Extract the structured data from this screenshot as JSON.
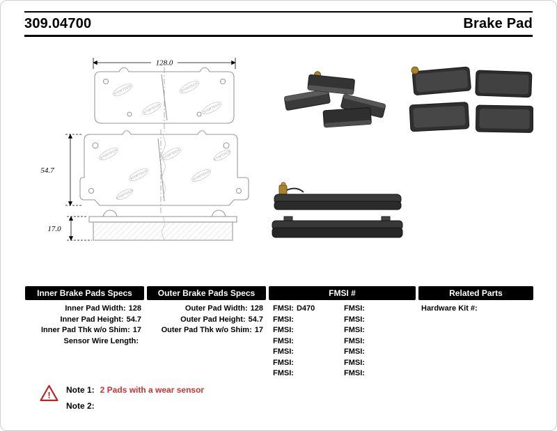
{
  "header": {
    "part_number": "309.04700",
    "product_title": "Brake Pad"
  },
  "drawing": {
    "width_dim": "128.0",
    "height_dim": "54.7",
    "thickness_dim": "17.0",
    "stamp_text": "STOPTECH"
  },
  "tables": {
    "inner": {
      "header": "Inner Brake Pads Specs",
      "rows": [
        {
          "label": "Inner Pad Width:",
          "value": "128"
        },
        {
          "label": "Inner Pad Height:",
          "value": "54.7"
        },
        {
          "label": "Inner Pad Thk w/o Shim:",
          "value": "17"
        },
        {
          "label": "Sensor Wire Length:",
          "value": ""
        }
      ]
    },
    "outer": {
      "header": "Outer Brake Pads Specs",
      "rows": [
        {
          "label": "Outer Pad Width:",
          "value": "128"
        },
        {
          "label": "Outer Pad Height:",
          "value": "54.7"
        },
        {
          "label": "Outer Pad Thk w/o Shim:",
          "value": "17"
        }
      ]
    },
    "fmsi": {
      "header": "FMSI #",
      "rows": [
        {
          "left_label": "FMSI:",
          "left_value": "D470",
          "right_label": "FMSI:",
          "right_value": ""
        },
        {
          "left_label": "FMSI:",
          "left_value": "",
          "right_label": "FMSI:",
          "right_value": ""
        },
        {
          "left_label": "FMSI:",
          "left_value": "",
          "right_label": "FMSI:",
          "right_value": ""
        },
        {
          "left_label": "FMSI:",
          "left_value": "",
          "right_label": "FMSI:",
          "right_value": ""
        },
        {
          "left_label": "FMSI:",
          "left_value": "",
          "right_label": "FMSI:",
          "right_value": ""
        },
        {
          "left_label": "FMSI:",
          "left_value": "",
          "right_label": "FMSI:",
          "right_value": ""
        },
        {
          "left_label": "FMSI:",
          "left_value": "",
          "right_label": "FMSI:",
          "right_value": ""
        }
      ]
    },
    "related": {
      "header": "Related Parts",
      "rows": [
        {
          "label": "Hardware Kit #:",
          "value": ""
        }
      ]
    }
  },
  "notes": {
    "note1_label": "Note 1:",
    "note1_text": "2 Pads with a wear sensor",
    "note2_label": "Note 2:",
    "note2_text": ""
  },
  "colors": {
    "table_header_bg": "#000000",
    "table_header_text": "#ffffff",
    "note_red": "#cc3333",
    "warning_red": "#bb2222",
    "pad_dark": "#2e2e2e",
    "sensor_brass": "#a8842c"
  },
  "icons": {
    "warning": "warning-triangle-icon"
  }
}
